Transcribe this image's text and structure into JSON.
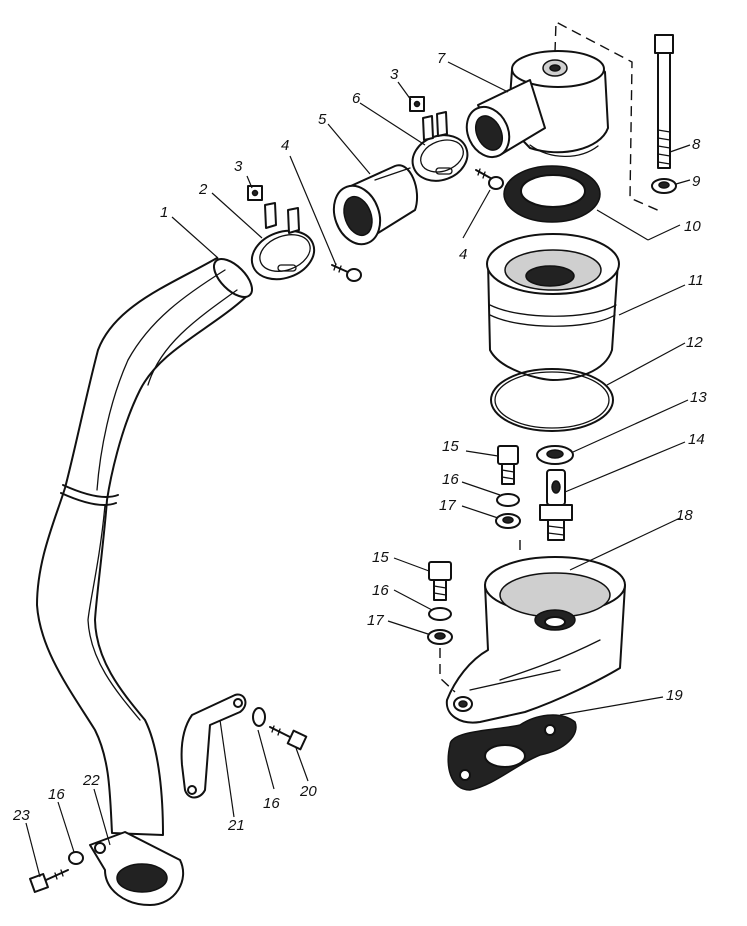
{
  "callouts": [
    "1",
    "2",
    "3",
    "3",
    "4",
    "4",
    "5",
    "6",
    "7",
    "8",
    "9",
    "10",
    "11",
    "12",
    "13",
    "14",
    "15",
    "15",
    "16",
    "16",
    "16",
    "16",
    "17",
    "17",
    "18",
    "19",
    "20",
    "21",
    "22",
    "23"
  ]
}
